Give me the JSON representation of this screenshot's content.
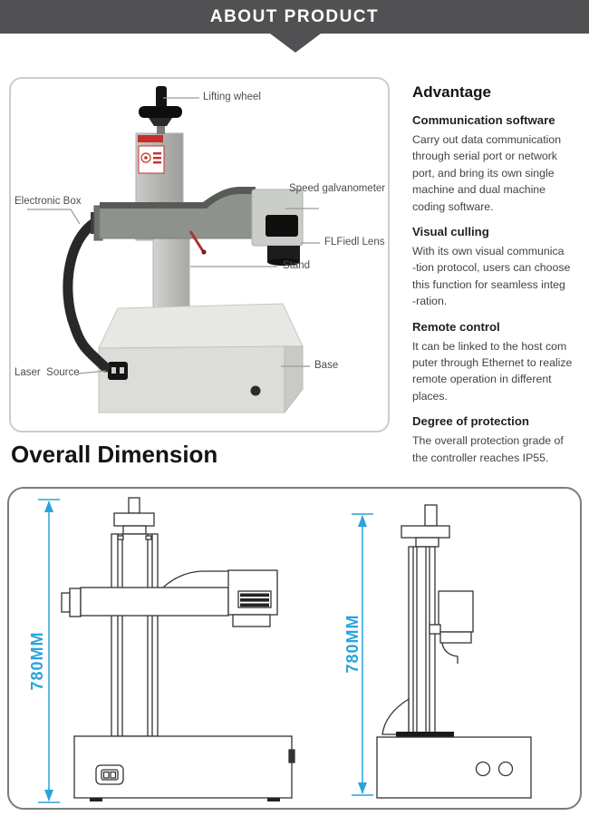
{
  "header": {
    "title": "ABOUT PRODUCT"
  },
  "product_figure": {
    "labels": {
      "lifting_wheel": "Lifting wheel",
      "speed_galvanometer": "Speed galvanometer",
      "flfiedl_lens": "FLFiedl Lens",
      "stand": "Stand",
      "electronic_box": "Electronic Box",
      "base": "Base",
      "laser_source": "Laser  Source"
    }
  },
  "advantage": {
    "title": "Advantage",
    "sections": [
      {
        "heading": "Communication software",
        "lines": [
          "Carry out data communication",
          "through serial port or network",
          "port, and bring its own single",
          "machine and dual machine",
          "coding software."
        ]
      },
      {
        "heading": "Visual culling",
        "lines": [
          "With its own visual communica",
          "-tion protocol, users can choose",
          "this function for seamless integ",
          "-ration."
        ]
      },
      {
        "heading": "Remote control",
        "lines": [
          "It can be linked to the host com",
          "puter through Ethernet to realize",
          "remote operation in different places."
        ]
      },
      {
        "heading": "Degree of protection",
        "lines": [
          "The overall protection grade of",
          "the controller reaches IP55."
        ]
      }
    ]
  },
  "dimension": {
    "title": "Overall Dimension",
    "left_height": "780MM",
    "right_height": "780MM"
  },
  "colors": {
    "header_background": "#515154",
    "dimension_accent": "#2aa3dc",
    "warning_red": "#c53029"
  }
}
